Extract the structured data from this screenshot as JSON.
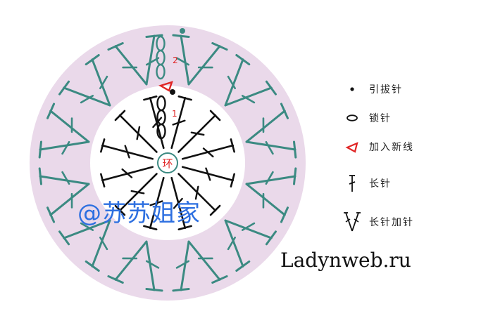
{
  "diagram": {
    "center_label": "环",
    "round_labels": [
      "1",
      "2"
    ],
    "colors": {
      "ring_fill": "#ead9ea",
      "stitch_teal": "#3b8a82",
      "stitch_black": "#111111",
      "marker_red": "#e02525",
      "center_ring": "#3b8a82"
    }
  },
  "legend": {
    "items": [
      {
        "icon": "slip-stitch-dot-icon",
        "label": "引拔针"
      },
      {
        "icon": "chain-oval-icon",
        "label": "锁针"
      },
      {
        "icon": "red-triangle-icon",
        "label": "加入新线"
      },
      {
        "icon": "double-crochet-icon",
        "label": "长针"
      },
      {
        "icon": "dc-increase-v-icon",
        "label": "长针加针"
      }
    ]
  },
  "watermark": "@苏苏姐家",
  "site": "Ladynweb.ru"
}
